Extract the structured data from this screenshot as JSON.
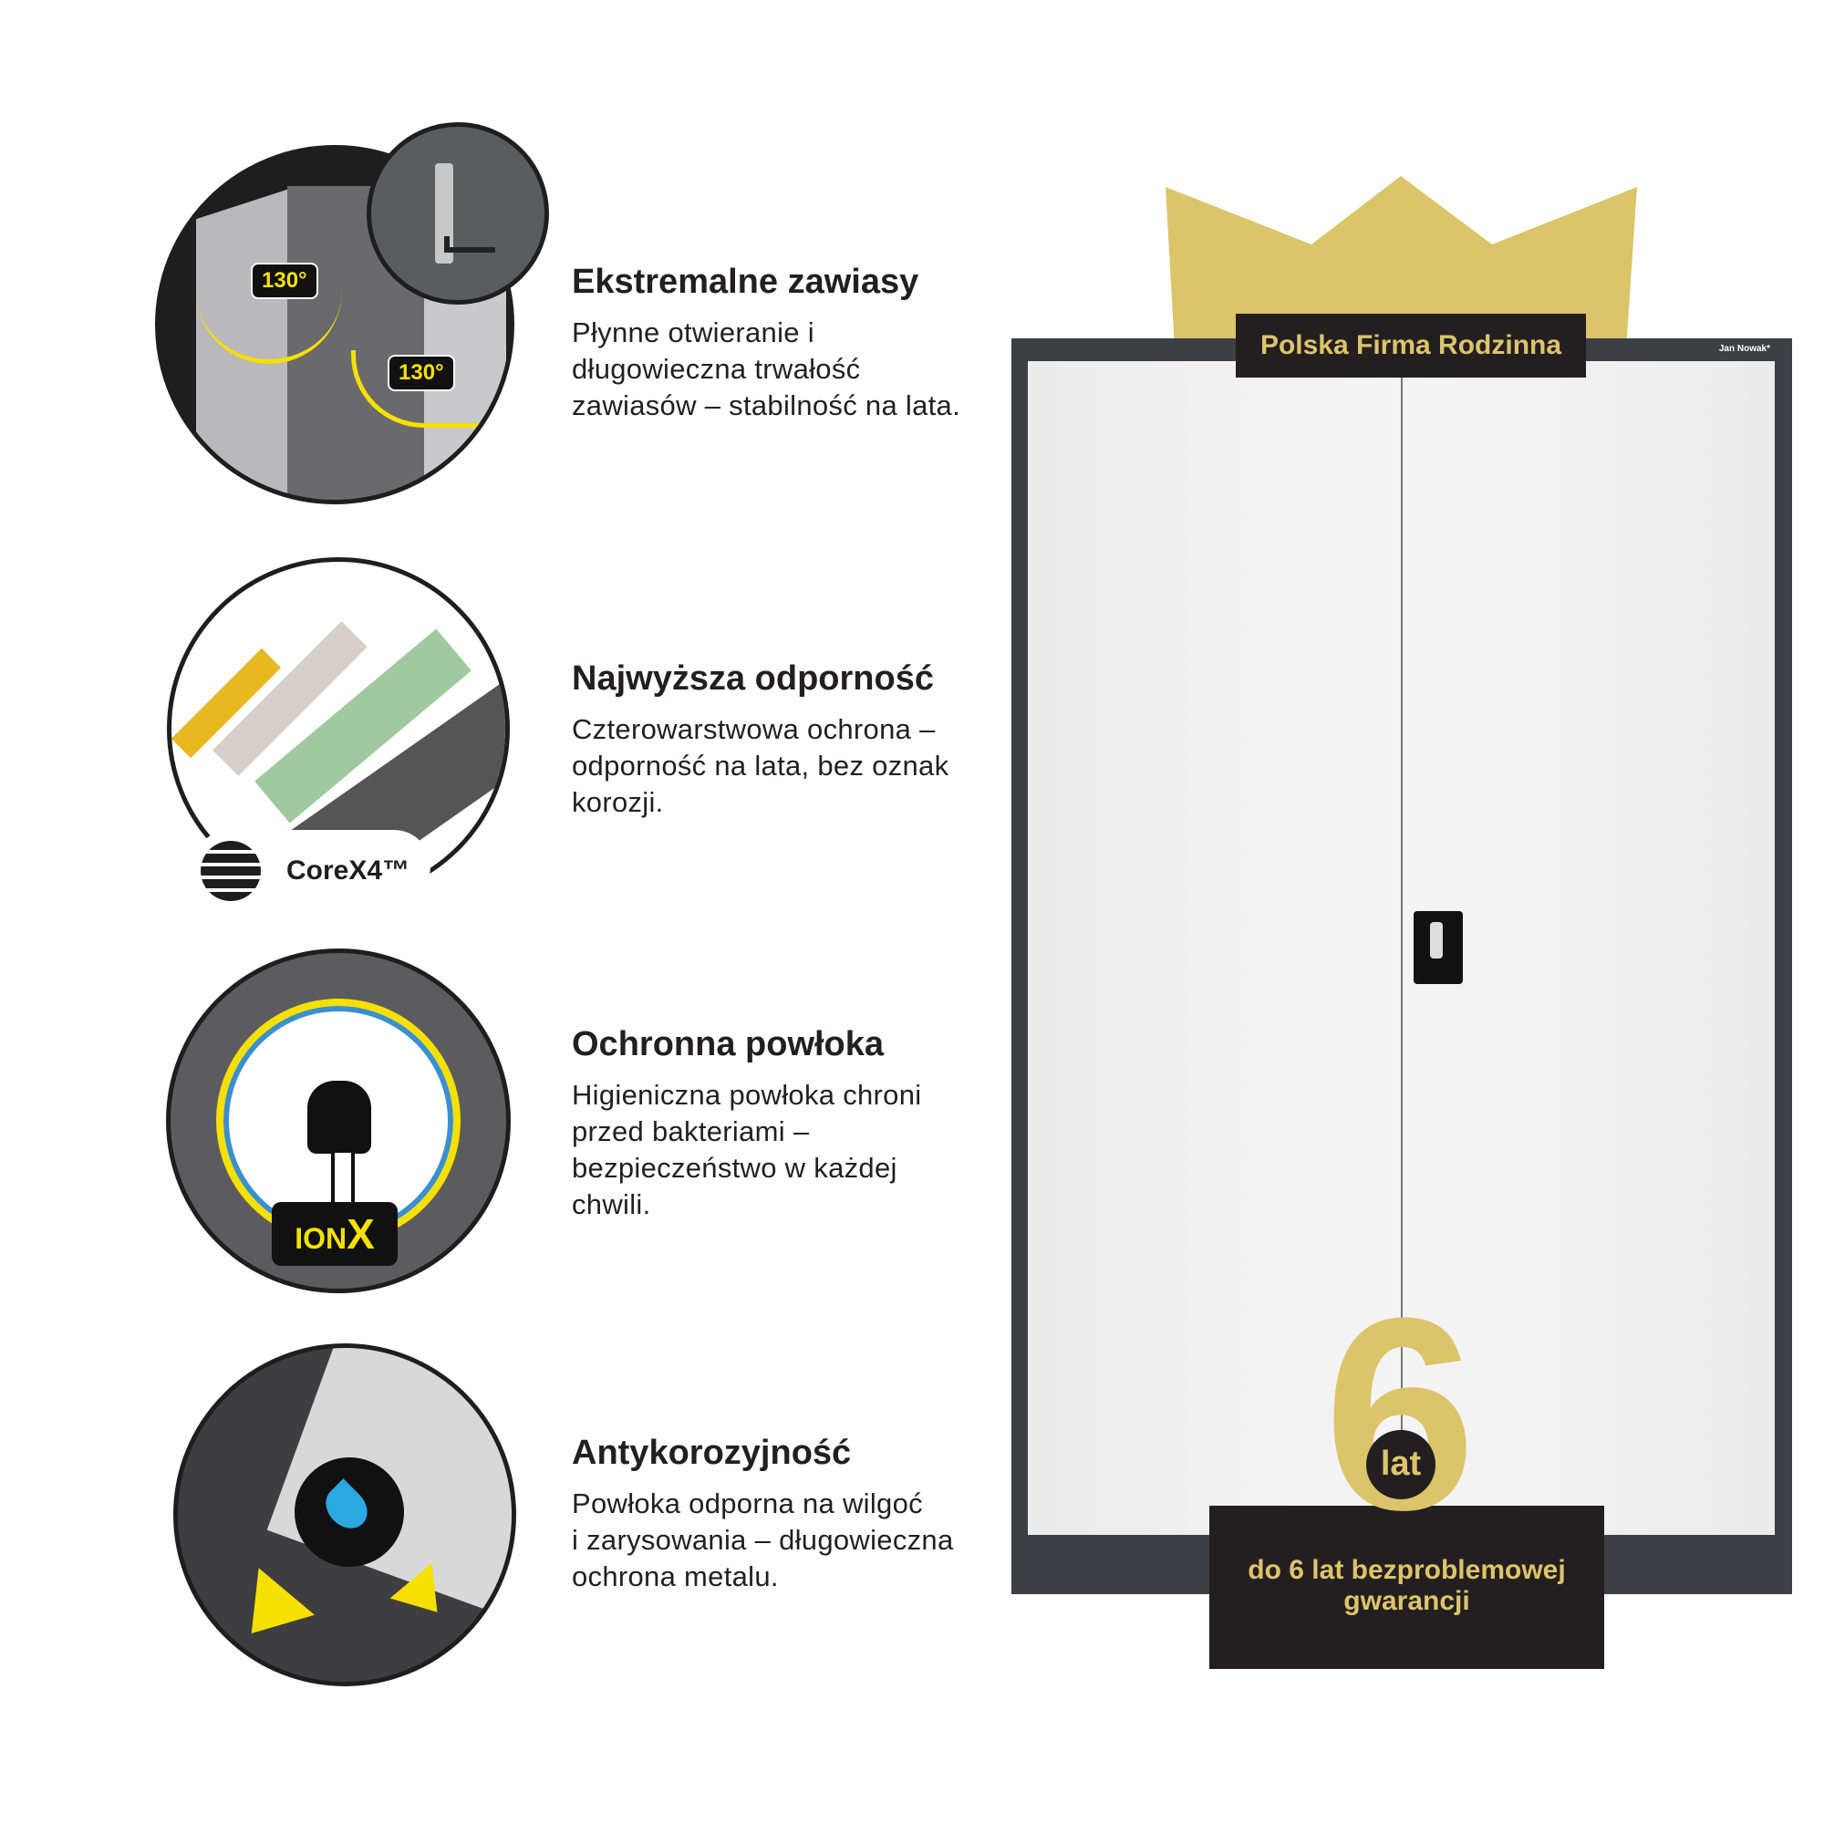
{
  "features": [
    {
      "title": "Ekstremalne zawiasy",
      "lines": [
        "Płynne otwieranie i",
        "długowieczna trwałość",
        "zawiasów – stabilność na lata."
      ],
      "badge": "130°"
    },
    {
      "title": "Najwyższa odporność",
      "lines": [
        "Czterowarstwowa  ochrona –",
        "odporność na lata, bez oznak",
        "korozji."
      ],
      "badge": "CoreX4™"
    },
    {
      "title": "Ochronna powłoka",
      "lines": [
        "Higieniczna powłoka chroni",
        "przed bakteriami –",
        "bezpieczeństwo w każdej",
        "chwili."
      ],
      "badge_a": "ION",
      "badge_b": "X"
    },
    {
      "title": "Antykorozyjność",
      "lines": [
        "Powłoka odporna na wilgoć",
        "i zarysowania – długowieczna",
        "ochrona metalu."
      ]
    }
  ],
  "banner": "Polska Firma Rodzinna",
  "brand": "Jan Nowak*",
  "warranty": {
    "number": "6",
    "unit": "lat",
    "text": "do 6 lat bezproblemowej",
    "text2": "gwarancji"
  },
  "colors": {
    "gold": "#dcc46a",
    "dark": "#231f20",
    "cabinet": "#3c4044",
    "yellow": "#f5e000"
  }
}
